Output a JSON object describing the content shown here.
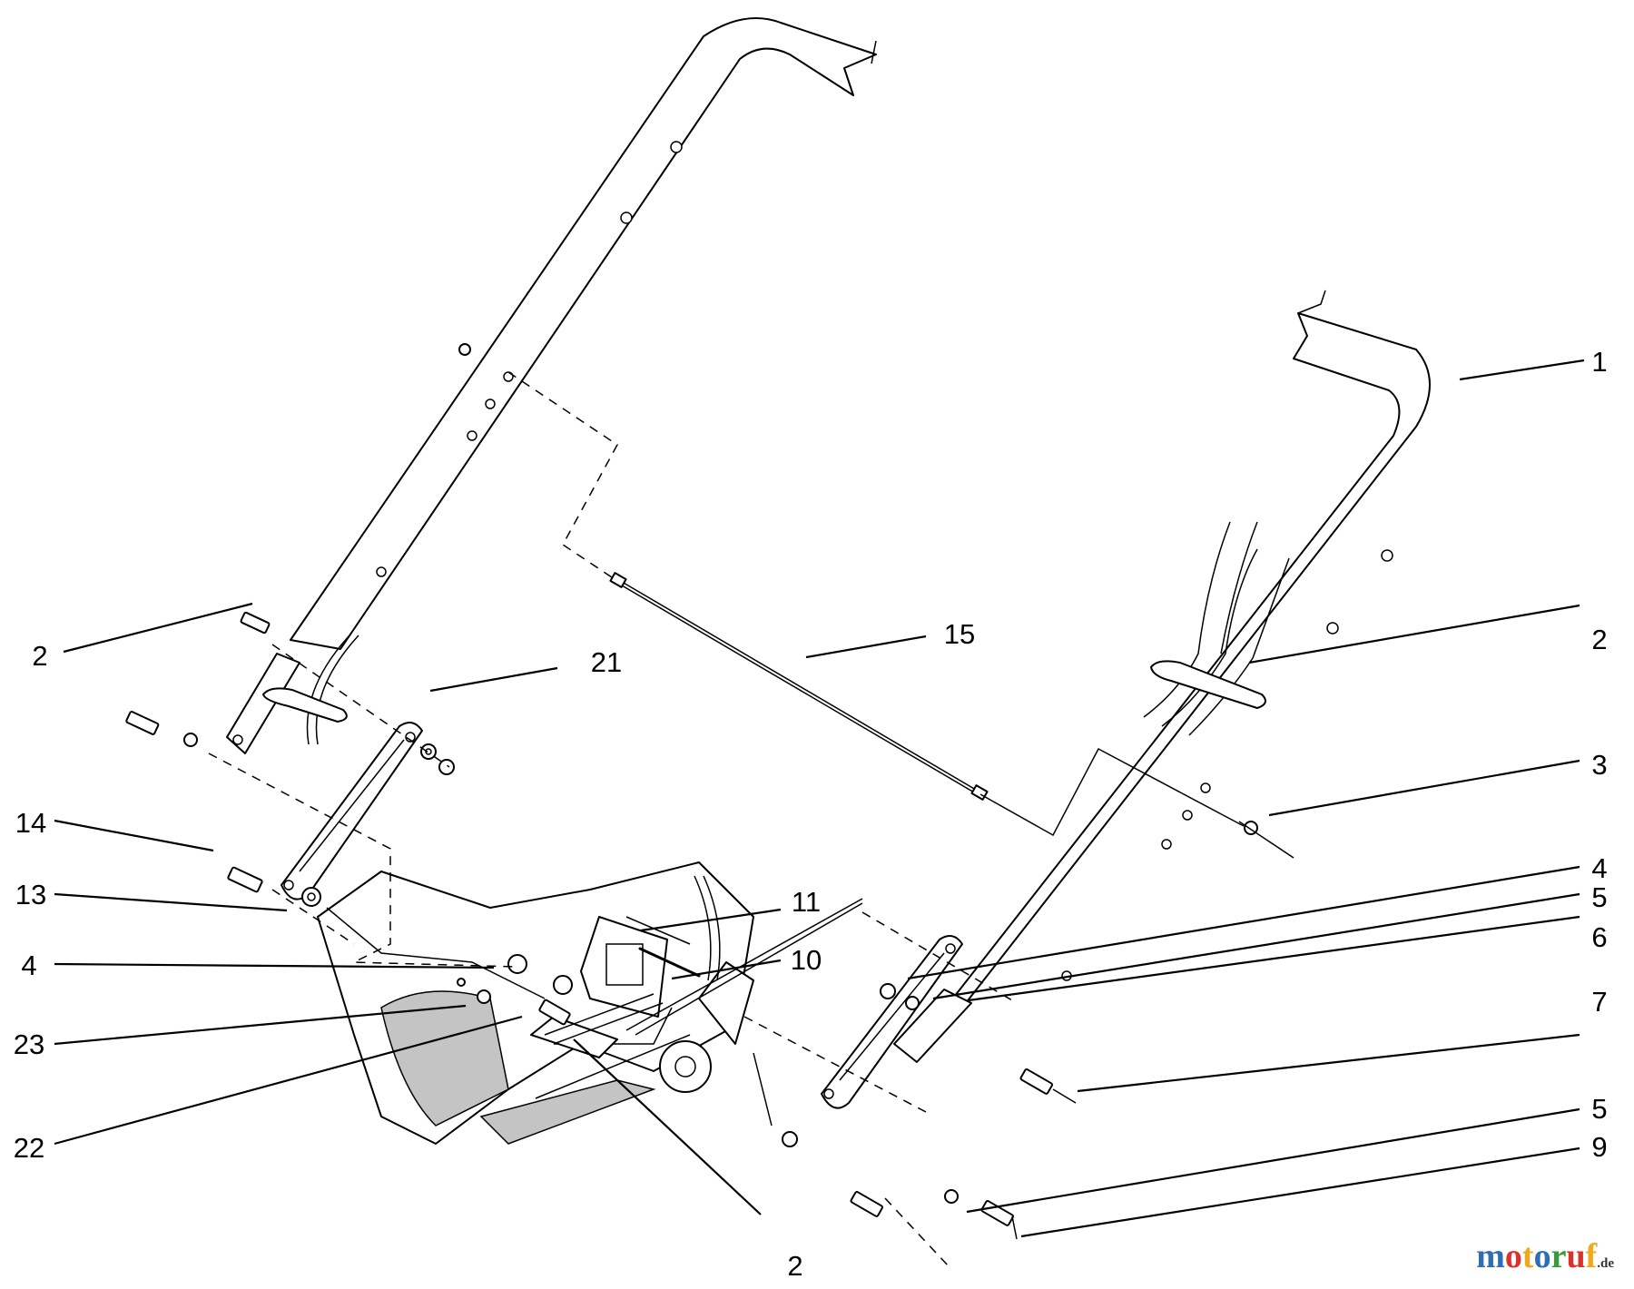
{
  "callouts": [
    {
      "id": "c1",
      "label": "1"
    },
    {
      "id": "c2a",
      "label": "2"
    },
    {
      "id": "c2b",
      "label": "2"
    },
    {
      "id": "c2c",
      "label": "2"
    },
    {
      "id": "c3",
      "label": "3"
    },
    {
      "id": "c4a",
      "label": "4"
    },
    {
      "id": "c4b",
      "label": "4"
    },
    {
      "id": "c5a",
      "label": "5"
    },
    {
      "id": "c5b",
      "label": "5"
    },
    {
      "id": "c6",
      "label": "6"
    },
    {
      "id": "c7",
      "label": "7"
    },
    {
      "id": "c9",
      "label": "9"
    },
    {
      "id": "c10",
      "label": "10"
    },
    {
      "id": "c11",
      "label": "11"
    },
    {
      "id": "c13",
      "label": "13"
    },
    {
      "id": "c14",
      "label": "14"
    },
    {
      "id": "c15",
      "label": "15"
    },
    {
      "id": "c21",
      "label": "21"
    },
    {
      "id": "c22",
      "label": "22"
    },
    {
      "id": "c23",
      "label": "23"
    }
  ],
  "watermark": {
    "letters": [
      "m",
      "o",
      "t",
      "o",
      "r",
      "u",
      "f"
    ],
    "letter_colors": [
      "#2f6db5",
      "#d9332b",
      "#f2a81d",
      "#2f6db5",
      "#3d9a3a",
      "#d9332b",
      "#f2a81d"
    ],
    "suffix": ".de"
  }
}
